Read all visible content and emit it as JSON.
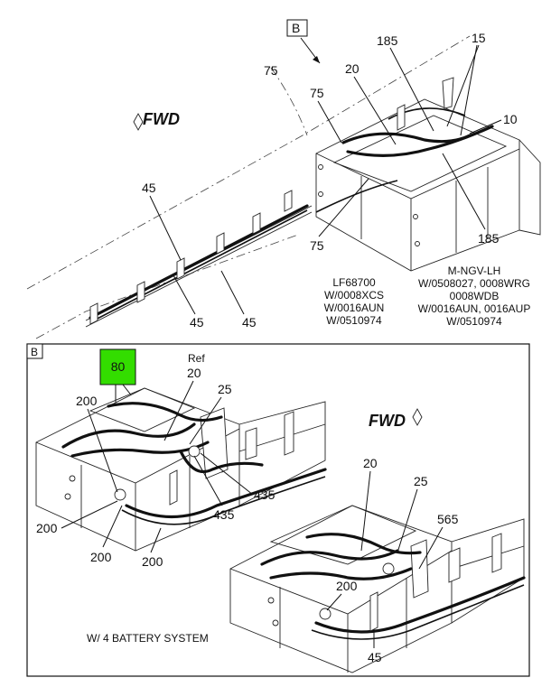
{
  "colors": {
    "highlight": "#33dd00",
    "ink": "#111111"
  },
  "top_view": {
    "view_flag": "B",
    "fwd_label": "FWD",
    "callouts": {
      "c185_top": "185",
      "c15": "15",
      "c20": "20",
      "c75_left": "75",
      "c75_mid": "75",
      "c10": "10",
      "c45_top": "45",
      "c75_bottom": "75",
      "c185_bottom": "185",
      "c45_mid": "45",
      "c45_right": "45"
    },
    "notes": {
      "left": [
        "LF68700",
        "W/0008XCS",
        "W/0016AUN",
        "W/0510974"
      ],
      "right": [
        "M-NGV-LH",
        "W/0508027, 0008WRG",
        "0008WDB",
        "W/0016AUN, 0016AUP",
        "W/0510974"
      ]
    }
  },
  "detail_view": {
    "view_flag": "B",
    "fwd_label": "FWD",
    "highlight_callout": "80",
    "ref_label": "Ref",
    "caption": "W/ 4 BATTERY SYSTEM",
    "callouts": {
      "c20_ref": "20",
      "c25_left": "25",
      "c200_top": "200",
      "c200_left": "200",
      "c200_bottom": "200",
      "c200_right": "200",
      "c435_upper": "435",
      "c435_lower": "435",
      "c20_right": "20",
      "c25_right": "25",
      "c565": "565",
      "c200_r": "200",
      "c45": "45"
    }
  }
}
